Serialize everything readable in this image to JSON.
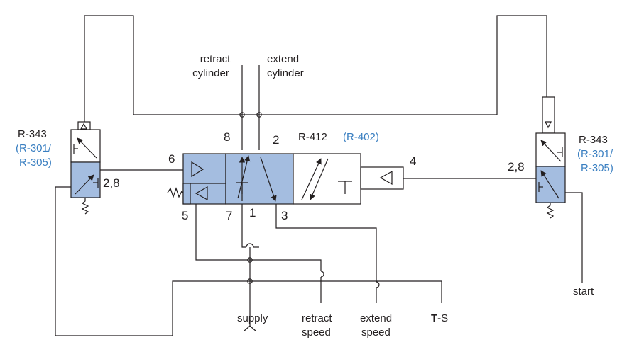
{
  "labels": {
    "retract_cylinder_1": "retract",
    "retract_cylinder_2": "cylinder",
    "extend_cylinder_1": "extend",
    "extend_cylinder_2": "cylinder",
    "main_valve_model": "R-412",
    "main_valve_alt": "(R-402)",
    "left_valve_model": "R-343",
    "left_valve_alt_1": "(R-301/",
    "left_valve_alt_2": "R-305)",
    "right_valve_model": "R-343",
    "right_valve_alt_1": "(R-301/",
    "right_valve_alt_2": "R-305)",
    "left_valve_ports": "2,8",
    "right_valve_ports": "2,8",
    "start": "start",
    "supply": "supply",
    "retract_speed_1": "retract",
    "retract_speed_2": "speed",
    "extend_speed_1": "extend",
    "extend_speed_2": "speed",
    "ts_bold": "T",
    "ts_rest": "-S"
  },
  "ports": {
    "p6": "6",
    "p8": "8",
    "p2": "2",
    "p4": "4",
    "p5": "5",
    "p7": "7",
    "p1": "1",
    "p3": "3"
  },
  "colors": {
    "line": "#231f20",
    "valve_fill": "#a4bde0",
    "alt_text": "#3a7fc1",
    "white": "#ffffff"
  }
}
